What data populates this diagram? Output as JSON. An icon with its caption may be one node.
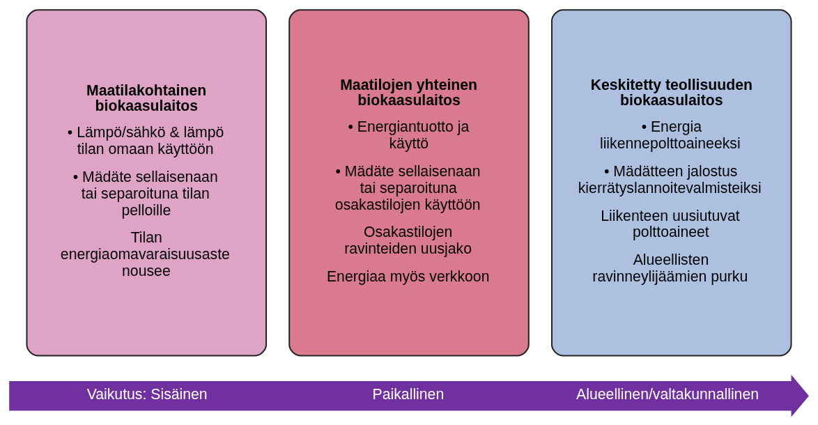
{
  "diagram": {
    "nodes": [
      {
        "text": [
          "Maatilakohtainen biokaasulaitos",
          "• Lämpö/sähkö & lämpö tilan omaan käyttöön",
          "• Mädäte sellaisenaan tai separoituna tilan pelloille",
          "Tilan energiaomavaraisuusaste nousee"
        ]
      },
      {
        "text": [
          "Maatilojen yhteinen biokaasulaitos",
          "• Energiantuotto ja käyttö",
          "• Mädäte sellaisenaan tai separoituna osakastilojen käyttöön",
          "Osakastilojen ravinteiden uusjako",
          "Energiaa myös verkkoon"
        ]
      },
      {
        "text": [
          "Keskitetty teollisuuden biokaasulaitos",
          "• Energia liikennepolttoaineeksi",
          "• Mädätteen jalostus kierrätyslannoitevalmisteiksi",
          "Liikenteen uusiutuvat polttoaineet",
          "Alueellisten ravinneylijäämien purku"
        ]
      },
      {
        "text": [
          "Vaikutus: Sisäinen",
          "Paikallinen",
          "Alueellinen/valtakunnallinen"
        ]
      }
    ],
    "edges": []
  }
}
